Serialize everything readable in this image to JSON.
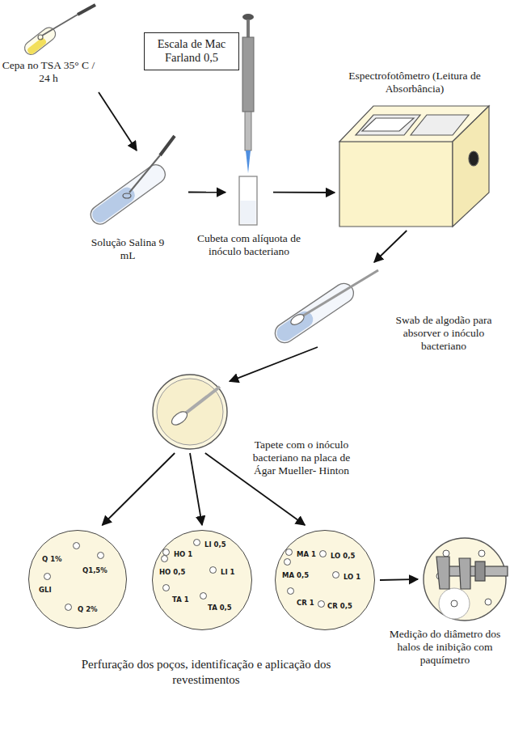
{
  "diagram": {
    "nodes": [
      {
        "text": [
          "Cepa no TSA 35° C / 24 h"
        ]
      },
      {
        "text": [
          "Solução Salina 9 mL"
        ]
      },
      {
        "text": [
          "Escala de Mac Farland 0,5"
        ]
      },
      {
        "text": [
          "Cubeta com alíquota de inóculo bacteriano"
        ]
      },
      {
        "text": [
          "Espectrofotômetro (Leitura de Absorbância)"
        ]
      },
      {
        "text": [
          "Swab de algodão para absorver o inóculo bacteriano"
        ]
      },
      {
        "text": [
          "Tapete com o inóculo bacteriano na placa de Ágar Mueller- Hinton"
        ]
      },
      {
        "text": [
          "Q 1%",
          "Q1,5%",
          "GLI",
          "Q 2%"
        ]
      },
      {
        "text": [
          "HO 1",
          "LI 0,5",
          "HO 0,5",
          "LI 1",
          "TA 1",
          "TA 0,5"
        ]
      },
      {
        "text": [
          "MA 1",
          "LO 0,5",
          "MA 0,5",
          "LO 1",
          "CR 1",
          "CR 0,5"
        ]
      },
      {
        "text": [
          "Medição do diâmetro dos halos de inibição com paquímetro"
        ]
      }
    ],
    "edges": [
      {
        "from": 0,
        "to": 1,
        "arrow": "to"
      },
      {
        "from": 1,
        "to": 3,
        "arrow": "to"
      },
      {
        "from": 3,
        "to": 4,
        "arrow": "to"
      },
      {
        "from": 4,
        "to": 5,
        "arrow": "to"
      },
      {
        "from": 5,
        "to": 6,
        "arrow": "to"
      },
      {
        "from": 6,
        "to": 7,
        "arrow": "to"
      },
      {
        "from": 6,
        "to": 8,
        "arrow": "to"
      },
      {
        "from": 6,
        "to": 9,
        "arrow": "to"
      },
      {
        "from": 9,
        "to": 10,
        "arrow": "to"
      }
    ],
    "labels": [
      "Perfuração dos poços, identificação e aplicação dos revestimentos"
    ]
  }
}
